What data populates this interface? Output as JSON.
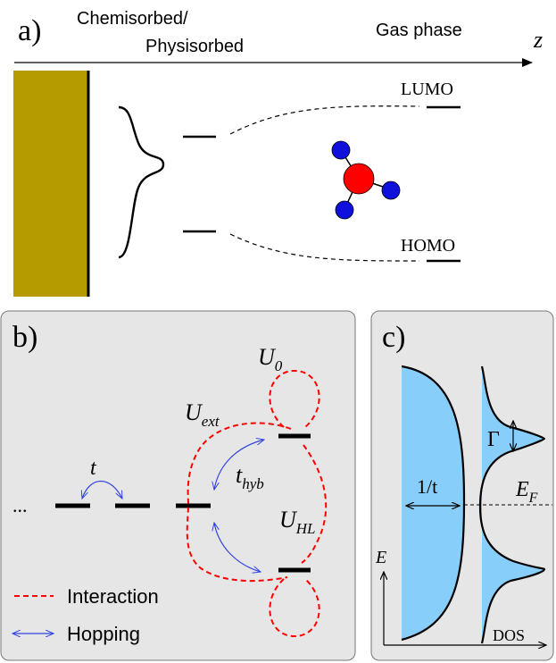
{
  "panel_a": {
    "label": "a)",
    "left_region": [
      "Chemisorbed/",
      "Physisorbed"
    ],
    "right_region": "Gas phase",
    "axis_symbol": "z",
    "lumo": "LUMO",
    "homo": "HOMO",
    "colors": {
      "surface": "#b59a00",
      "atom_center": "#ff0000",
      "atom_ligand": "#1010dd"
    }
  },
  "panel_b": {
    "label": "b)",
    "ellipsis": "...",
    "t": "t",
    "U0": {
      "main": "U",
      "sub": "0"
    },
    "Uext": {
      "main": "U",
      "sub": "ext"
    },
    "thyb": {
      "main": "t",
      "sub": "hyb"
    },
    "UHL": {
      "main": "U",
      "sub": "HL"
    },
    "legend_interaction": "Interaction",
    "legend_hopping": "Hopping",
    "colors": {
      "interaction": "#ff0000",
      "hopping": "#3344dd",
      "panel_bg": "#e6e6e6"
    }
  },
  "panel_c": {
    "label": "c)",
    "inv_t": "1/t",
    "gamma": "Γ",
    "EF": {
      "main": "E",
      "sub": "F"
    },
    "E_axis": "E",
    "DOS_axis": "DOS",
    "colors": {
      "dos_fill": "#87cefa"
    }
  }
}
